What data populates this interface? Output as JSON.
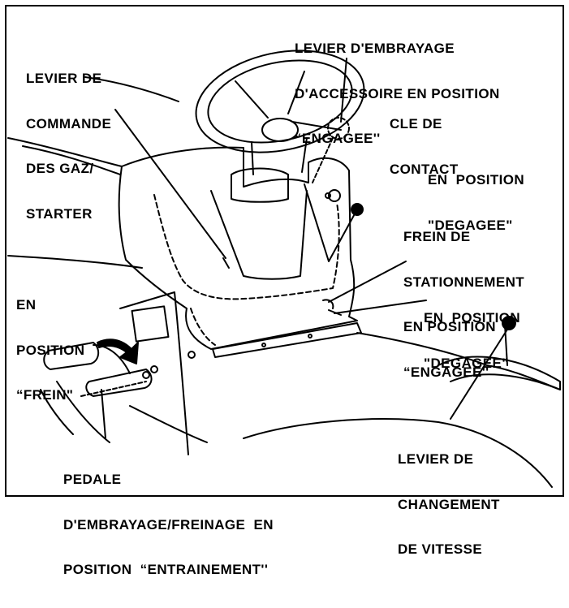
{
  "labels": {
    "throttle_lever": [
      "LEVIER DE",
      "COMMANDE",
      "DES GAZ/",
      "STARTER"
    ],
    "attachment_clutch": [
      "LEVIER D'EMBRAYAGE",
      "D'ACCESSOIRE EN POSITION",
      "“ENGAGEE''"
    ],
    "ignition_key": [
      "CLE DE",
      "CONTACT"
    ],
    "disengaged_upper": [
      "EN  POSITION",
      "\"DEGAGEE\""
    ],
    "parking_brake": [
      "FREIN DE",
      "STATIONNEMENT",
      "EN POSITION",
      "“ENGAGEE''"
    ],
    "disengaged_lower": [
      "EN  POSITION",
      "\"DEGAGEE\""
    ],
    "brake_position": [
      "EN",
      "POSITION",
      "“FREIN\""
    ],
    "gearshift_lever": [
      "LEVIER DE",
      "CHANGEMENT",
      "DE VITESSE"
    ],
    "clutch_brake_pedal": [
      "PEDALE",
      "D'EMBRAYAGE/FREINAGE  EN",
      "POSITION  “ENTRAINEMENT''"
    ]
  }
}
